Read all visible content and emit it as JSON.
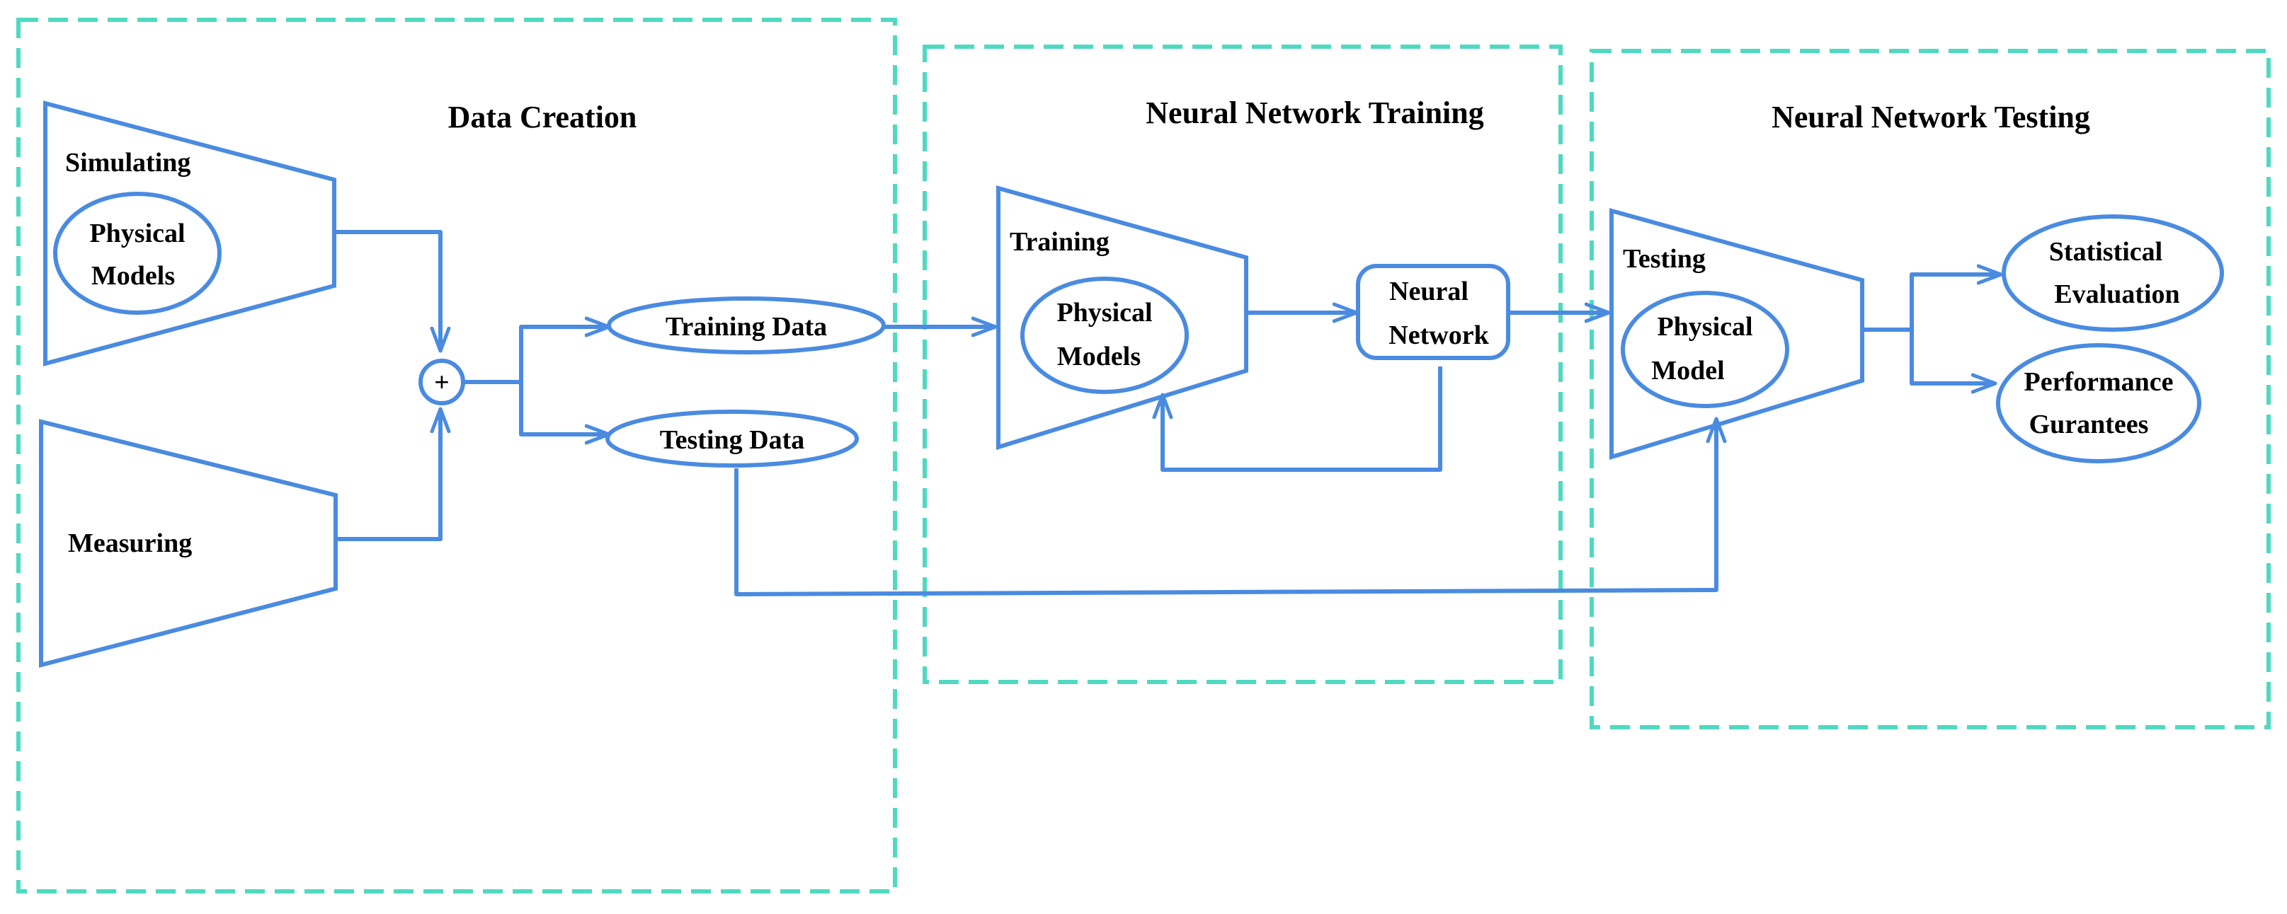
{
  "groups": {
    "data_creation": "Data Creation",
    "training": "Neural Network Training",
    "testing": "Neural Network Testing"
  },
  "blocks": {
    "simulating": {
      "label": "Simulating",
      "inner": [
        "Physical",
        "Models"
      ]
    },
    "measuring": {
      "label": "Measuring"
    },
    "training_block": {
      "label": "Training",
      "inner": [
        "Physical",
        "Models"
      ]
    },
    "testing_block": {
      "label": "Testing",
      "inner": [
        "Physical",
        "Model"
      ]
    }
  },
  "sum_symbol": "+",
  "data_nodes": {
    "training_data": "Training Data",
    "testing_data": "Testing Data"
  },
  "neural_network": [
    "Neural",
    "Network"
  ],
  "outputs": {
    "statistical": [
      "Statistical",
      "Evaluation"
    ],
    "performance": [
      "Performance",
      "Gurantees"
    ]
  },
  "colors": {
    "line": "#4a8be0",
    "group_border": "#4fd9c0"
  }
}
